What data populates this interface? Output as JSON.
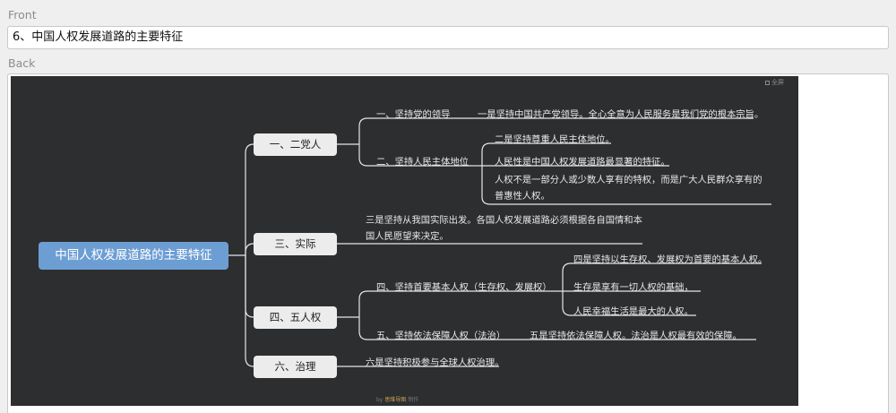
{
  "front": {
    "label": "Front",
    "value": "6、中国人权发展道路的主要特征"
  },
  "back": {
    "label": "Back"
  },
  "mindmap": {
    "root": "中国人权发展道路的主要特征",
    "corner_icon_label": "全屏",
    "footer": {
      "prefix": "by",
      "highlight": "思维导图",
      "suffix": "制作"
    },
    "branches": [
      {
        "label": "一、二党人",
        "subs": [
          {
            "label": "一、坚持党的领导",
            "details": [
              "一是坚持中国共产党领导。全心全意为人民服务是我们党的根本宗旨。"
            ]
          },
          {
            "label": "二、坚持人民主体地位",
            "details": [
              "二是坚持尊重人民主体地位。",
              "人民性是中国人权发展道路最显著的特征。",
              "人权不是一部分人或少数人享有的特权，而是广大人民群众享有的普惠性人权。"
            ]
          }
        ]
      },
      {
        "label": "三、实际",
        "details": [
          "三是坚持从我国实际出发。各国人权发展道路必须根据各自国情和本国人民愿望来决定。"
        ]
      },
      {
        "label": "四、五人权",
        "subs": [
          {
            "label": "四、坚持首要基本人权（生存权、发展权）",
            "details": [
              "四是坚持以生存权、发展权为首要的基本人权。",
              "生存是享有一切人权的基础，",
              "人民幸福生活是最大的人权。"
            ]
          },
          {
            "label": "五、坚持依法保障人权（法治）",
            "details": [
              "五是坚持依法保障人权。法治是人权最有效的保障。"
            ]
          }
        ]
      },
      {
        "label": "六、治理",
        "details": [
          "六是坚持积极参与全球人权治理。"
        ]
      }
    ]
  }
}
